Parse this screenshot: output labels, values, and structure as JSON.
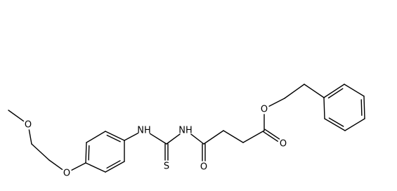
{
  "molecule": {
    "atoms": [
      {
        "id": "Me",
        "label": ""
      },
      {
        "id": "O1",
        "label": "O"
      },
      {
        "id": "C1",
        "label": ""
      },
      {
        "id": "C2",
        "label": ""
      },
      {
        "id": "O2",
        "label": "O"
      },
      {
        "id": "R1",
        "label": ""
      },
      {
        "id": "R2",
        "label": ""
      },
      {
        "id": "R3",
        "label": ""
      },
      {
        "id": "R4",
        "label": ""
      },
      {
        "id": "R5",
        "label": ""
      },
      {
        "id": "R6",
        "label": ""
      },
      {
        "id": "N1",
        "label": "NH"
      },
      {
        "id": "CS",
        "label": ""
      },
      {
        "id": "S",
        "label": "S"
      },
      {
        "id": "N2",
        "label": "NH"
      },
      {
        "id": "CO1",
        "label": ""
      },
      {
        "id": "O3",
        "label": "O"
      },
      {
        "id": "C3",
        "label": ""
      },
      {
        "id": "C4",
        "label": ""
      },
      {
        "id": "CO2",
        "label": ""
      },
      {
        "id": "O4",
        "label": "O"
      },
      {
        "id": "O5",
        "label": "O"
      },
      {
        "id": "C5",
        "label": ""
      },
      {
        "id": "C6",
        "label": ""
      },
      {
        "id": "P1",
        "label": ""
      },
      {
        "id": "P2",
        "label": ""
      },
      {
        "id": "P3",
        "label": ""
      },
      {
        "id": "P4",
        "label": ""
      },
      {
        "id": "P5",
        "label": ""
      },
      {
        "id": "P6",
        "label": ""
      }
    ],
    "bonds": [
      {
        "a": "Me",
        "b": "O1",
        "order": 1
      },
      {
        "a": "O1",
        "b": "C1",
        "order": 1
      },
      {
        "a": "C1",
        "b": "C2",
        "order": 1
      },
      {
        "a": "C2",
        "b": "O2",
        "order": 1
      },
      {
        "a": "O2",
        "b": "R1",
        "order": 1
      },
      {
        "a": "R1",
        "b": "R2",
        "order": 2
      },
      {
        "a": "R2",
        "b": "R3",
        "order": 1
      },
      {
        "a": "R3",
        "b": "R4",
        "order": 2
      },
      {
        "a": "R4",
        "b": "R5",
        "order": 1
      },
      {
        "a": "R5",
        "b": "R6",
        "order": 2
      },
      {
        "a": "R6",
        "b": "R1",
        "order": 1
      },
      {
        "a": "R4",
        "b": "N1",
        "order": 1
      },
      {
        "a": "N1",
        "b": "CS",
        "order": 1
      },
      {
        "a": "CS",
        "b": "S",
        "order": 2
      },
      {
        "a": "CS",
        "b": "N2",
        "order": 1
      },
      {
        "a": "N2",
        "b": "CO1",
        "order": 1
      },
      {
        "a": "CO1",
        "b": "O3",
        "order": 2
      },
      {
        "a": "CO1",
        "b": "C3",
        "order": 1
      },
      {
        "a": "C3",
        "b": "C4",
        "order": 1
      },
      {
        "a": "C4",
        "b": "CO2",
        "order": 1
      },
      {
        "a": "CO2",
        "b": "O4",
        "order": 2
      },
      {
        "a": "CO2",
        "b": "O5",
        "order": 1
      },
      {
        "a": "O5",
        "b": "C5",
        "order": 1
      },
      {
        "a": "C5",
        "b": "C6",
        "order": 1
      },
      {
        "a": "C6",
        "b": "P1",
        "order": 1
      },
      {
        "a": "P1",
        "b": "P2",
        "order": 2
      },
      {
        "a": "P2",
        "b": "P3",
        "order": 1
      },
      {
        "a": "P3",
        "b": "P4",
        "order": 2
      },
      {
        "a": "P4",
        "b": "P5",
        "order": 1
      },
      {
        "a": "P5",
        "b": "P6",
        "order": 2
      },
      {
        "a": "P6",
        "b": "P1",
        "order": 1
      }
    ]
  }
}
